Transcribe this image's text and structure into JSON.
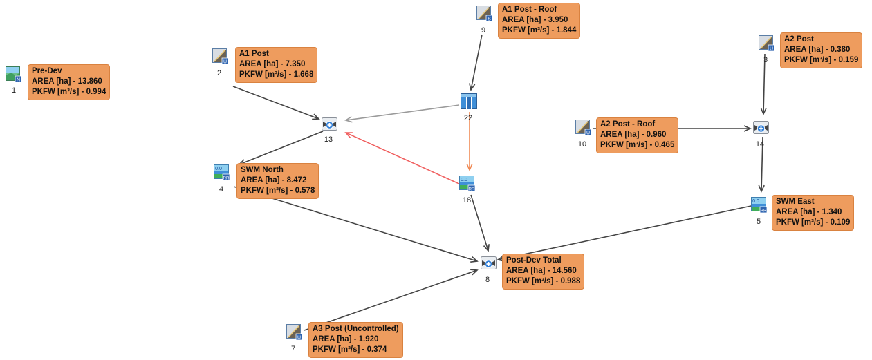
{
  "diagram": {
    "nodes": [
      {
        "id": "1",
        "number": "1",
        "kind": "nash",
        "name": "Pre-Dev",
        "area": "AREA [ha] - 13.860",
        "pkfw": "PKFW [m³/s] - 0.994"
      },
      {
        "id": "2",
        "number": "2",
        "kind": "urban",
        "name": "A1 Post",
        "area": "AREA [ha] - 7.350",
        "pkfw": "PKFW [m³/s] - 1.668"
      },
      {
        "id": "9",
        "number": "9",
        "kind": "urban-s",
        "name": "A1 Post - Roof",
        "area": "AREA [ha] - 3.950",
        "pkfw": "PKFW [m³/s] - 1.844"
      },
      {
        "id": "3",
        "number": "3",
        "kind": "urban",
        "name": "A2 Post",
        "area": "AREA [ha] - 0.380",
        "pkfw": "PKFW [m³/s] - 0.159"
      },
      {
        "id": "10",
        "number": "10",
        "kind": "urban",
        "name": "A2 Post - Roof",
        "area": "AREA [ha] - 0.960",
        "pkfw": "PKFW [m³/s] - 0.465"
      },
      {
        "id": "4",
        "number": "4",
        "kind": "reservoir",
        "name": "SWM North",
        "area": "AREA [ha] - 8.472",
        "pkfw": "PKFW [m³/s] - 0.578"
      },
      {
        "id": "5",
        "number": "5",
        "kind": "reservoir",
        "name": "SWM East",
        "area": "AREA [ha] - 1.340",
        "pkfw": "PKFW [m³/s] - 0.109"
      },
      {
        "id": "8",
        "number": "8",
        "kind": "junction",
        "name": "Post-Dev Total",
        "area": "AREA [ha] - 14.560",
        "pkfw": "PKFW [m³/s] - 0.988"
      },
      {
        "id": "7",
        "number": "7",
        "kind": "urban",
        "name": "A3 Post (Uncontrolled)",
        "area": "AREA [ha] - 1.920",
        "pkfw": "PKFW [m³/s] - 0.374"
      },
      {
        "id": "13",
        "number": "13",
        "kind": "junction",
        "name": "",
        "area": "",
        "pkfw": ""
      },
      {
        "id": "14",
        "number": "14",
        "kind": "junction",
        "name": "",
        "area": "",
        "pkfw": ""
      },
      {
        "id": "22",
        "number": "22",
        "kind": "diversion",
        "name": "",
        "area": "",
        "pkfw": ""
      },
      {
        "id": "18",
        "number": "18",
        "kind": "reservoir",
        "name": "",
        "area": "",
        "pkfw": ""
      }
    ],
    "links": [
      {
        "from": "2",
        "to": "13",
        "color": "#444444"
      },
      {
        "from": "13",
        "to": "4",
        "color": "#444444"
      },
      {
        "from": "9",
        "to": "22",
        "color": "#444444"
      },
      {
        "from": "22",
        "to": "13",
        "color": "#9a9a9a"
      },
      {
        "from": "22",
        "to": "18",
        "color": "#f08a55"
      },
      {
        "from": "18",
        "to": "13",
        "color": "#f06060"
      },
      {
        "from": "18",
        "to": "8",
        "color": "#444444"
      },
      {
        "from": "4",
        "to": "8",
        "color": "#444444"
      },
      {
        "from": "7",
        "to": "8",
        "color": "#444444"
      },
      {
        "from": "5",
        "to": "8",
        "color": "#444444"
      },
      {
        "from": "3",
        "to": "14",
        "color": "#444444"
      },
      {
        "from": "10",
        "to": "14",
        "color": "#444444"
      },
      {
        "from": "14",
        "to": "5",
        "color": "#444444"
      }
    ]
  }
}
